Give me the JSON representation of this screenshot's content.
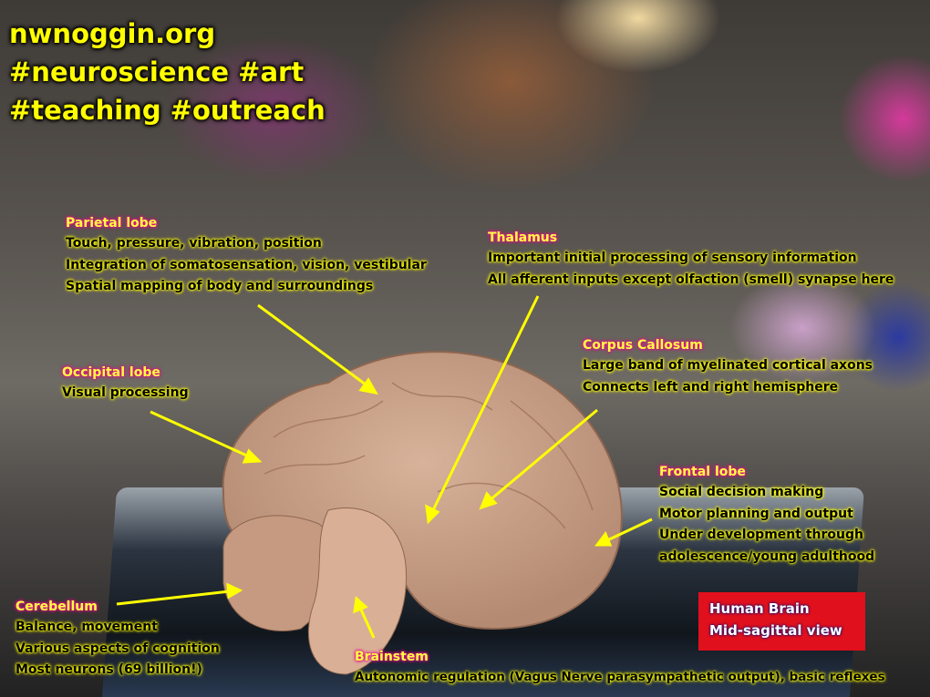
{
  "header": {
    "lines": [
      "nwnoggin.org",
      "#neuroscience #art",
      "#teaching #outreach"
    ]
  },
  "labels": {
    "parietal": {
      "title": "Parietal lobe",
      "lines": [
        "Touch, pressure, vibration, position",
        "Integration of somatosensation, vision, vestibular",
        "Spatial mapping of body and surroundings"
      ]
    },
    "occipital": {
      "title": "Occipital lobe",
      "lines": [
        "Visual processing"
      ]
    },
    "thalamus": {
      "title": "Thalamus",
      "lines": [
        "Important initial processing of sensory information",
        "All afferent inputs except olfaction (smell) synapse here"
      ]
    },
    "corpus": {
      "title": "Corpus Callosum",
      "lines": [
        "Large band of myelinated cortical axons",
        "Connects left and right hemisphere"
      ]
    },
    "frontal": {
      "title": "Frontal lobe",
      "lines": [
        "Social decision making",
        "Motor planning and output",
        "Under development through",
        "adolescence/young adulthood"
      ]
    },
    "cerebellum": {
      "title": "Cerebellum",
      "lines": [
        "Balance, movement",
        "Various aspects of cognition",
        "Most neurons (69 billion!)"
      ]
    },
    "brainstem": {
      "title": "Brainstem",
      "lines": [
        "Autonomic regulation (Vagus Nerve parasympathetic output), basic reflexes"
      ]
    }
  },
  "badge": {
    "lines": [
      "Human Brain",
      "Mid-sagittal view"
    ]
  },
  "colors": {
    "highlight": "#ffff00",
    "label_glow": "#e0108a",
    "badge": "#e0101c"
  }
}
